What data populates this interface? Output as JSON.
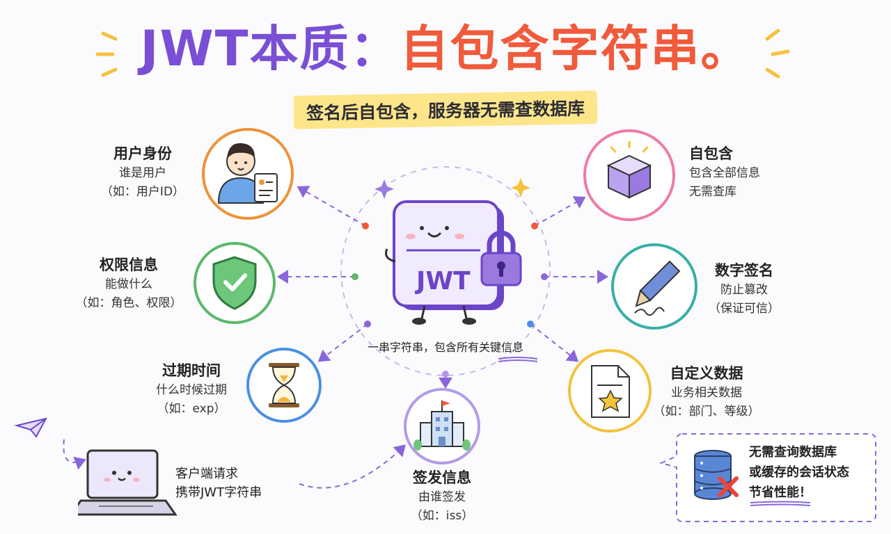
{
  "title": {
    "part1": "JWT本质：",
    "part2": "自包含字符串。"
  },
  "subtitle": "签名后自包含，服务器无需查数据库",
  "center": {
    "token_text": "JWT",
    "caption": "一串字符串，包含所有关键信息"
  },
  "nodes": {
    "user_identity": {
      "title": "用户身份",
      "desc": "谁是用户",
      "example": "（如：用户ID）"
    },
    "permissions": {
      "title": "权限信息",
      "desc": "能做什么",
      "example": "（如：角色、权限）"
    },
    "expiration": {
      "title": "过期时间",
      "desc": "什么时候过期",
      "example": "（如：exp）"
    },
    "issuer": {
      "title": "签发信息",
      "desc": "由谁签发",
      "example": "（如：iss）"
    },
    "self_contained": {
      "title": "自包含",
      "desc": "包含全部信息",
      "example": "无需查库"
    },
    "signature": {
      "title": "数字签名",
      "desc": "防止篡改",
      "example": "（保证可信）"
    },
    "custom_data": {
      "title": "自定义数据",
      "desc": "业务相关数据",
      "example": "（如：部门、等级）"
    }
  },
  "client": {
    "line1": "客户端请求",
    "line2": "携带JWT字符串"
  },
  "note": {
    "line1": "无需查询数据库",
    "line2": "或缓存的会话状态",
    "line3": "节省性能！"
  },
  "colors": {
    "title_purple": "#7a4fd6",
    "title_orange": "#f15a3a",
    "highlight": "#fde58a",
    "user": "#f0913a",
    "perm": "#5cb86a",
    "expire": "#4a8fe3",
    "issuer": "#b39ae8",
    "selfc": "#f07aa8",
    "sign": "#3aaea6",
    "custom": "#f5c23c"
  }
}
